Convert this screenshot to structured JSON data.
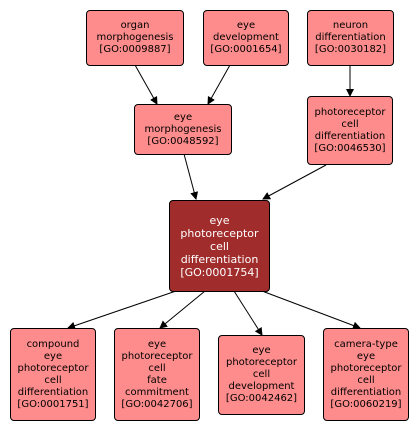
{
  "diagram": {
    "nodes": {
      "organ_morphogenesis": {
        "lines": [
          "organ",
          "morphogenesis",
          "[GO:0009887]"
        ]
      },
      "eye_development": {
        "lines": [
          "eye",
          "development",
          "[GO:0001654]"
        ]
      },
      "neuron_differentiation": {
        "lines": [
          "neuron",
          "differentiation",
          "[GO:0030182]"
        ]
      },
      "eye_morphogenesis": {
        "lines": [
          "eye",
          "morphogenesis",
          "[GO:0048592]"
        ]
      },
      "photoreceptor_cell_differentiation": {
        "lines": [
          "photoreceptor",
          "cell",
          "differentiation",
          "[GO:0046530]"
        ]
      },
      "eye_photoreceptor_cell_differentiation": {
        "lines": [
          "eye",
          "photoreceptor",
          "cell",
          "differentiation",
          "[GO:0001754]"
        ]
      },
      "compound_eye_photoreceptor_cell_differentiation": {
        "lines": [
          "compound",
          "eye",
          "photoreceptor",
          "cell",
          "differentiation",
          "[GO:0001751]"
        ]
      },
      "eye_photoreceptor_cell_fate_commitment": {
        "lines": [
          "eye",
          "photoreceptor",
          "cell",
          "fate",
          "commitment",
          "[GO:0042706]"
        ]
      },
      "eye_photoreceptor_cell_development": {
        "lines": [
          "eye",
          "photoreceptor",
          "cell",
          "development",
          "[GO:0042462]"
        ]
      },
      "camera_type_eye_photoreceptor_cell_differentiation": {
        "lines": [
          "camera-type",
          "eye",
          "photoreceptor",
          "cell",
          "differentiation",
          "[GO:0060219]"
        ]
      }
    },
    "colors": {
      "node_fill": "#ff8c8c",
      "focus_fill": "#a02c2c",
      "focus_text": "#ffffff",
      "node_text": "#000000",
      "edge": "#000000"
    }
  }
}
